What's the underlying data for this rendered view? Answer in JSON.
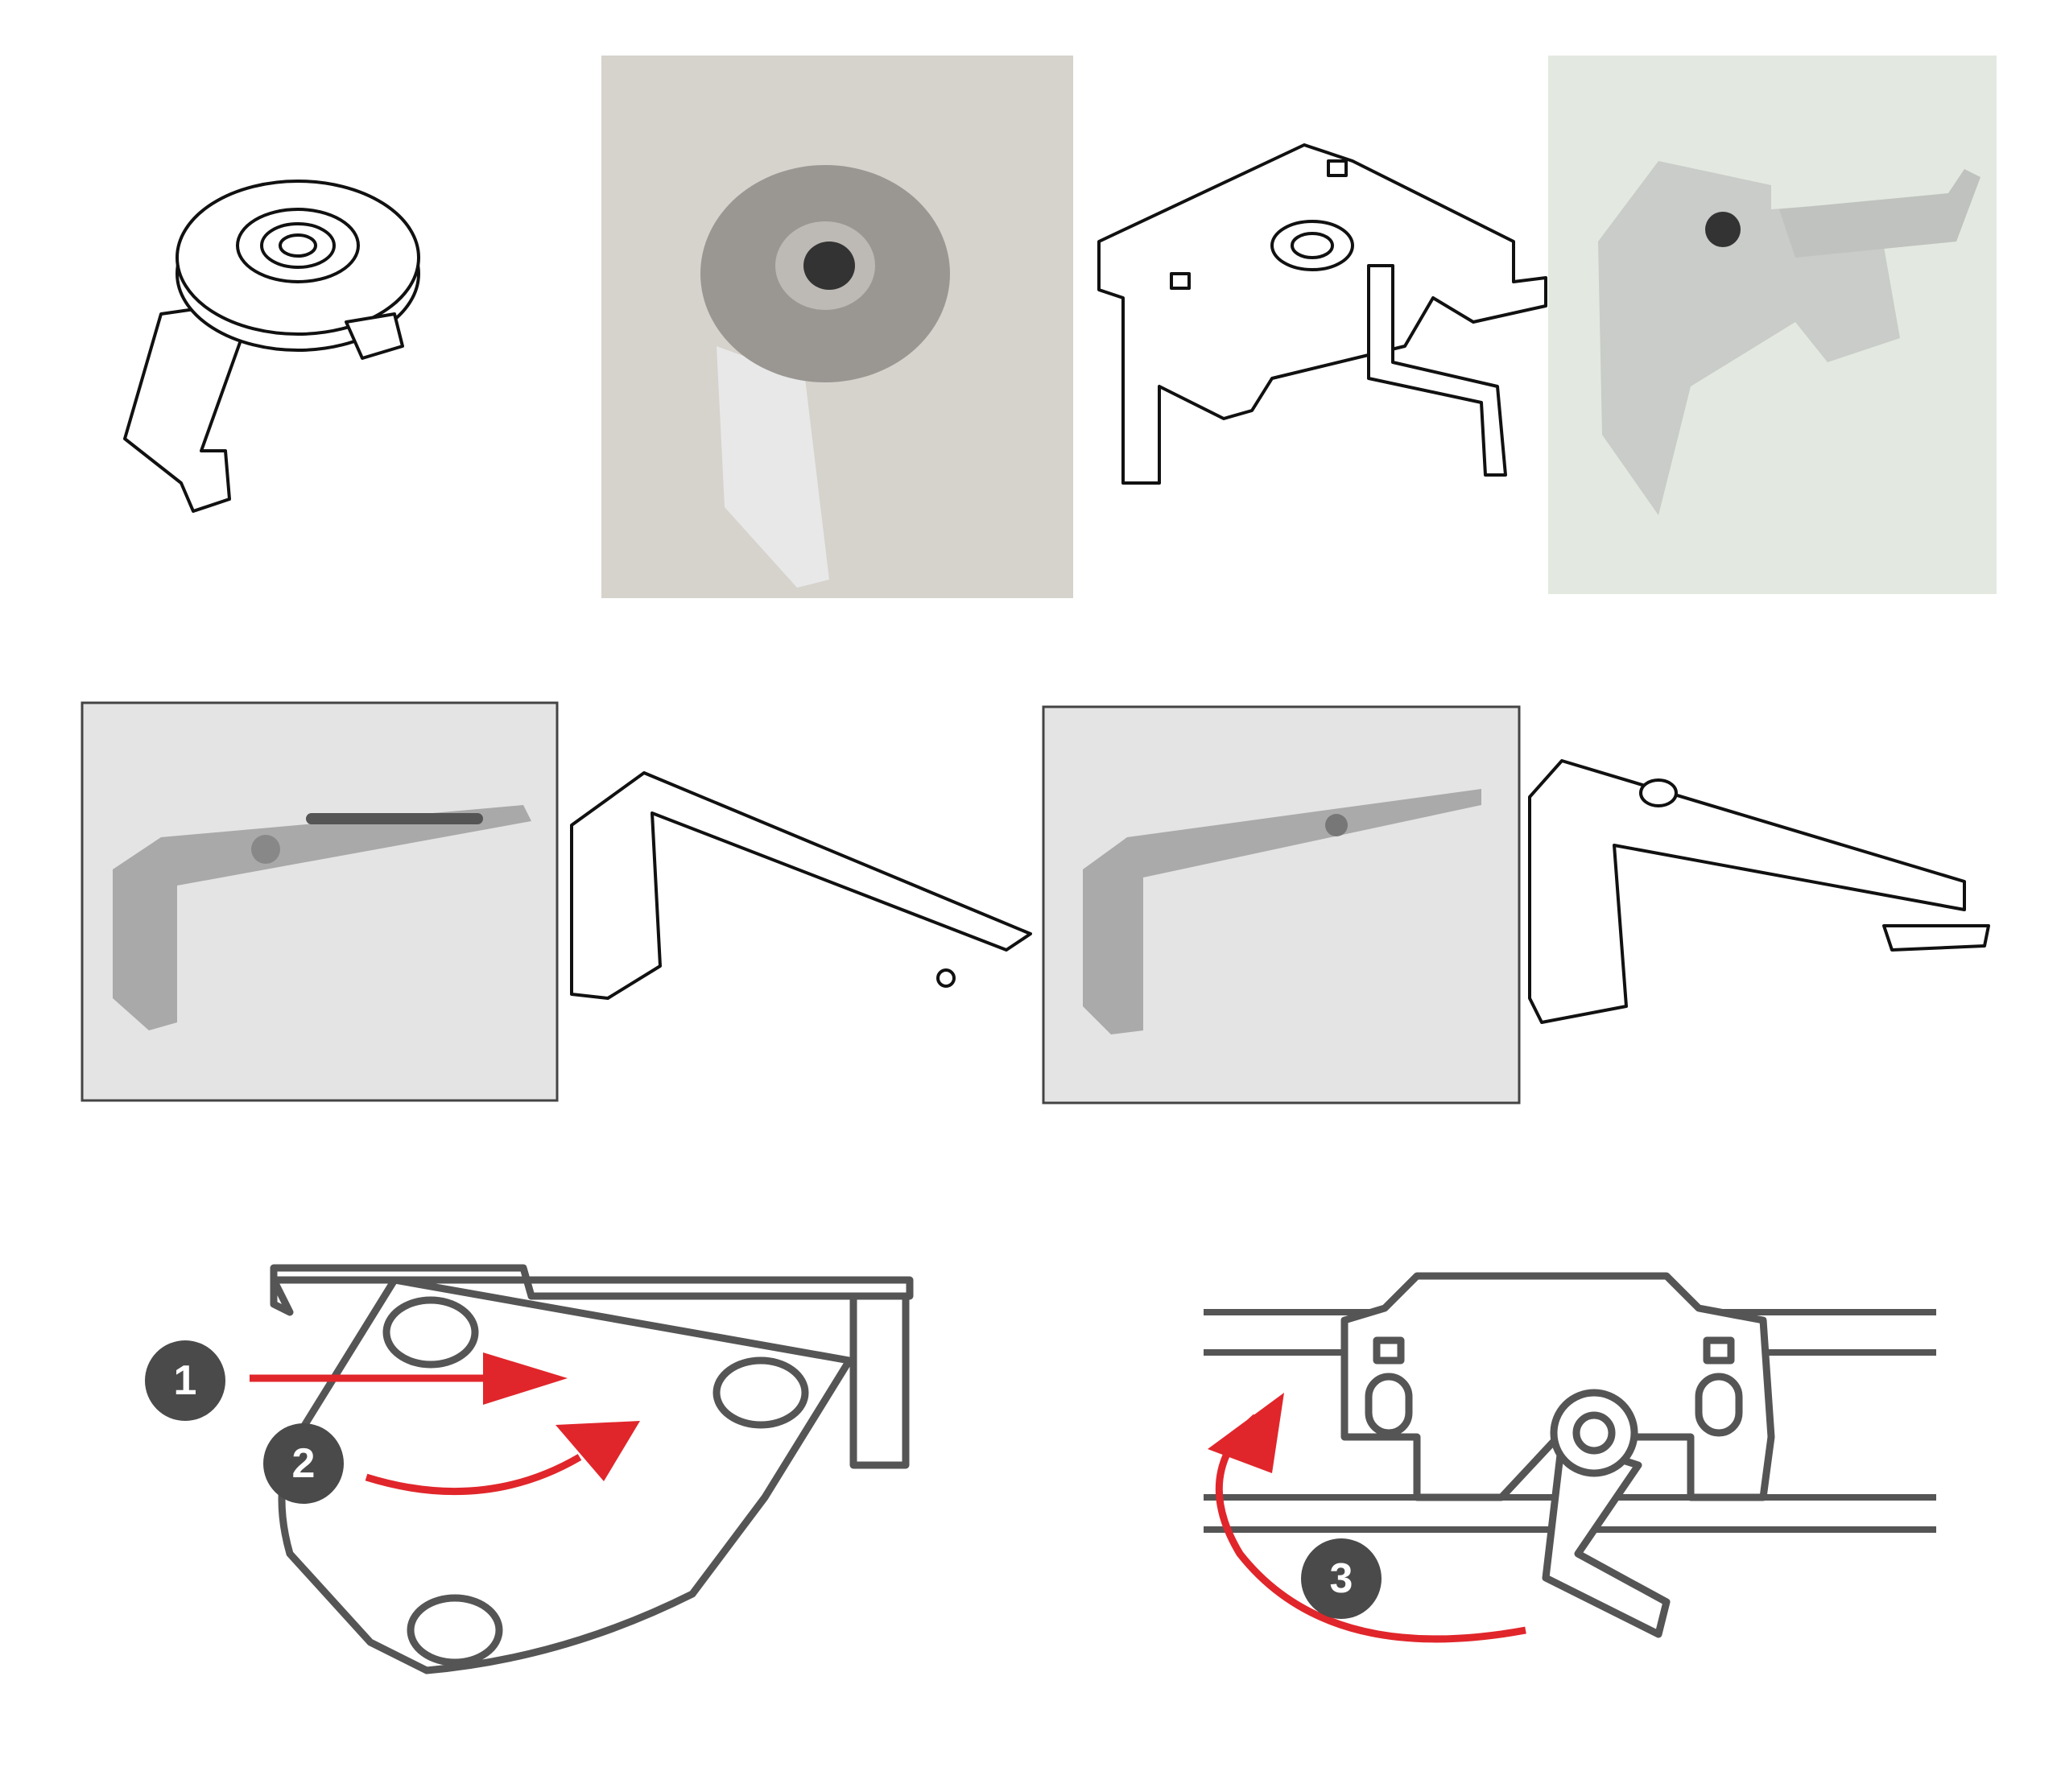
{
  "colors": {
    "arrow": "#e0262b",
    "badge": "#4a4a4a",
    "line": "#555555",
    "photo_bg_1": "#d6d2cc",
    "photo_bg_2": "#e3e9e0",
    "photo_bg_3": "#e4e4e4"
  },
  "steps": [
    {
      "label": "1"
    },
    {
      "label": "2"
    },
    {
      "label": "3"
    }
  ]
}
